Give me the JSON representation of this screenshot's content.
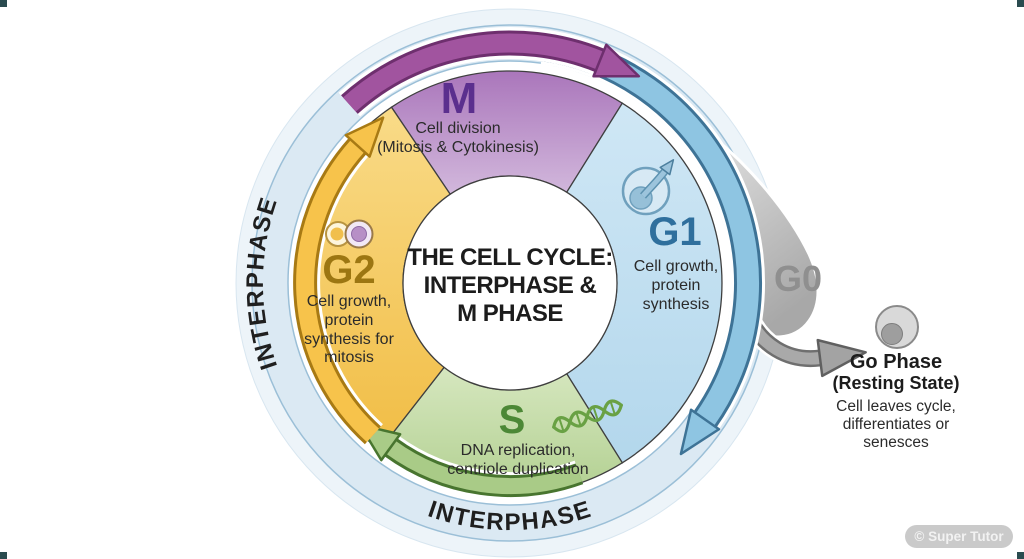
{
  "title": {
    "line1": "THE CELL CYCLE:",
    "line2": "INTERPHASE &",
    "line3": "M PHASE"
  },
  "ring": {
    "interphase_left": "INTERPHASE",
    "interphase_bottom": "INTERPHASE"
  },
  "phases": {
    "m": {
      "label": "M",
      "desc1": "Cell division",
      "desc2": "(Mitosis & Cytokinesis)"
    },
    "g1": {
      "label": "G1",
      "desc1": "Cell growth,",
      "desc2": "protein",
      "desc3": "synthesis"
    },
    "s": {
      "label": "S",
      "desc1": "DNA replication,",
      "desc2": "centriole duplication"
    },
    "g2": {
      "label": "G2",
      "desc1": "Cell growth,",
      "desc2": "protein",
      "desc3": "synthesis for",
      "desc4": "mitosis"
    }
  },
  "g0": {
    "label": "G0",
    "title": "Go Phase",
    "subtitle": "(Resting State)",
    "desc1": "Cell leaves cycle,",
    "desc2": "differentiates or",
    "desc3": "senesces"
  },
  "watermark": "© Super Tutor",
  "colors": {
    "m_fill": "#c097ce",
    "m_arrow": "#a1549f",
    "m_label": "#5b2f8e",
    "g1_fill": "#c2def0",
    "g1_arrow": "#8ec5e2",
    "g1_label": "#2f6f9d",
    "s_fill": "#c3dca6",
    "s_arrow": "#a9cb87",
    "s_label": "#4c8836",
    "g2_fill": "#f6cb60",
    "g2_arrow": "#f7c34b",
    "g2_label": "#9c7612",
    "ring": "#dbe9f3",
    "g0_gray": "#b5b5b5",
    "text": "#2b2b2b"
  }
}
